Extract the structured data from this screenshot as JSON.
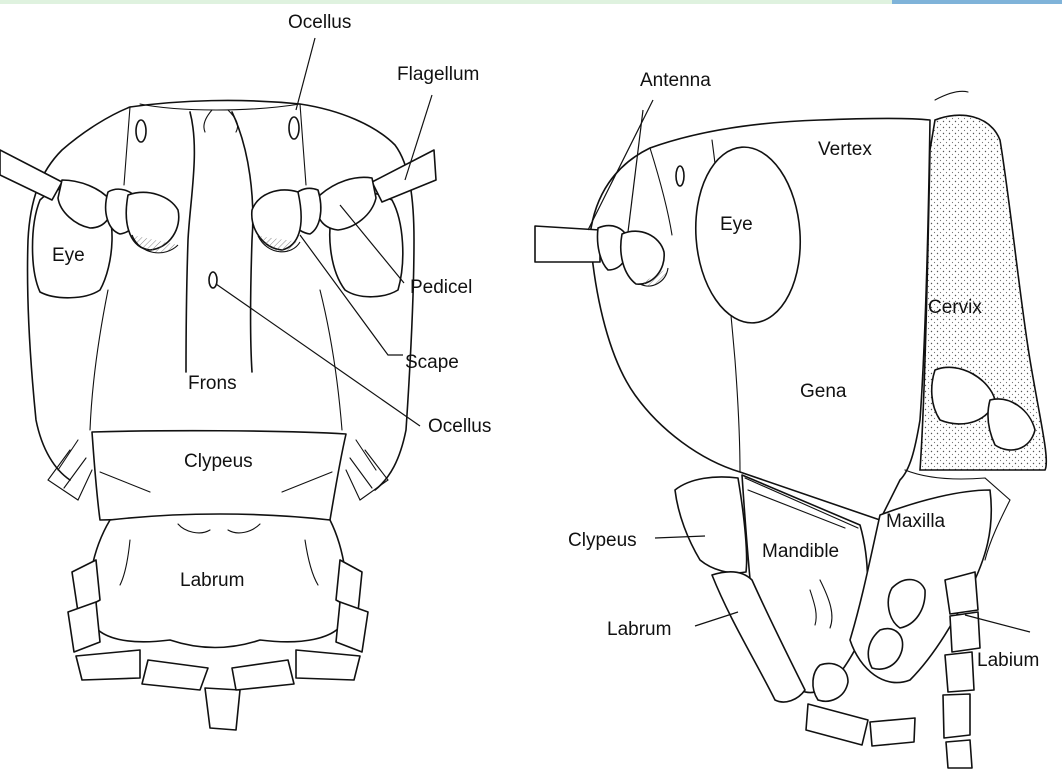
{
  "frontal_view": {
    "labels": {
      "ocellus_top": "Ocellus",
      "flagellum": "Flagellum",
      "eye": "Eye",
      "pedicel": "Pedicel",
      "scape": "Scape",
      "frons": "Frons",
      "ocellus_median": "Ocellus",
      "clypeus": "Clypeus",
      "labrum": "Labrum"
    }
  },
  "lateral_view": {
    "labels": {
      "antenna": "Antenna",
      "vertex": "Vertex",
      "eye": "Eye",
      "cervix": "Cervix",
      "gena": "Gena",
      "clypeus": "Clypeus",
      "mandible": "Mandible",
      "maxilla": "Maxilla",
      "labrum": "Labrum",
      "labium": "Labium"
    }
  }
}
